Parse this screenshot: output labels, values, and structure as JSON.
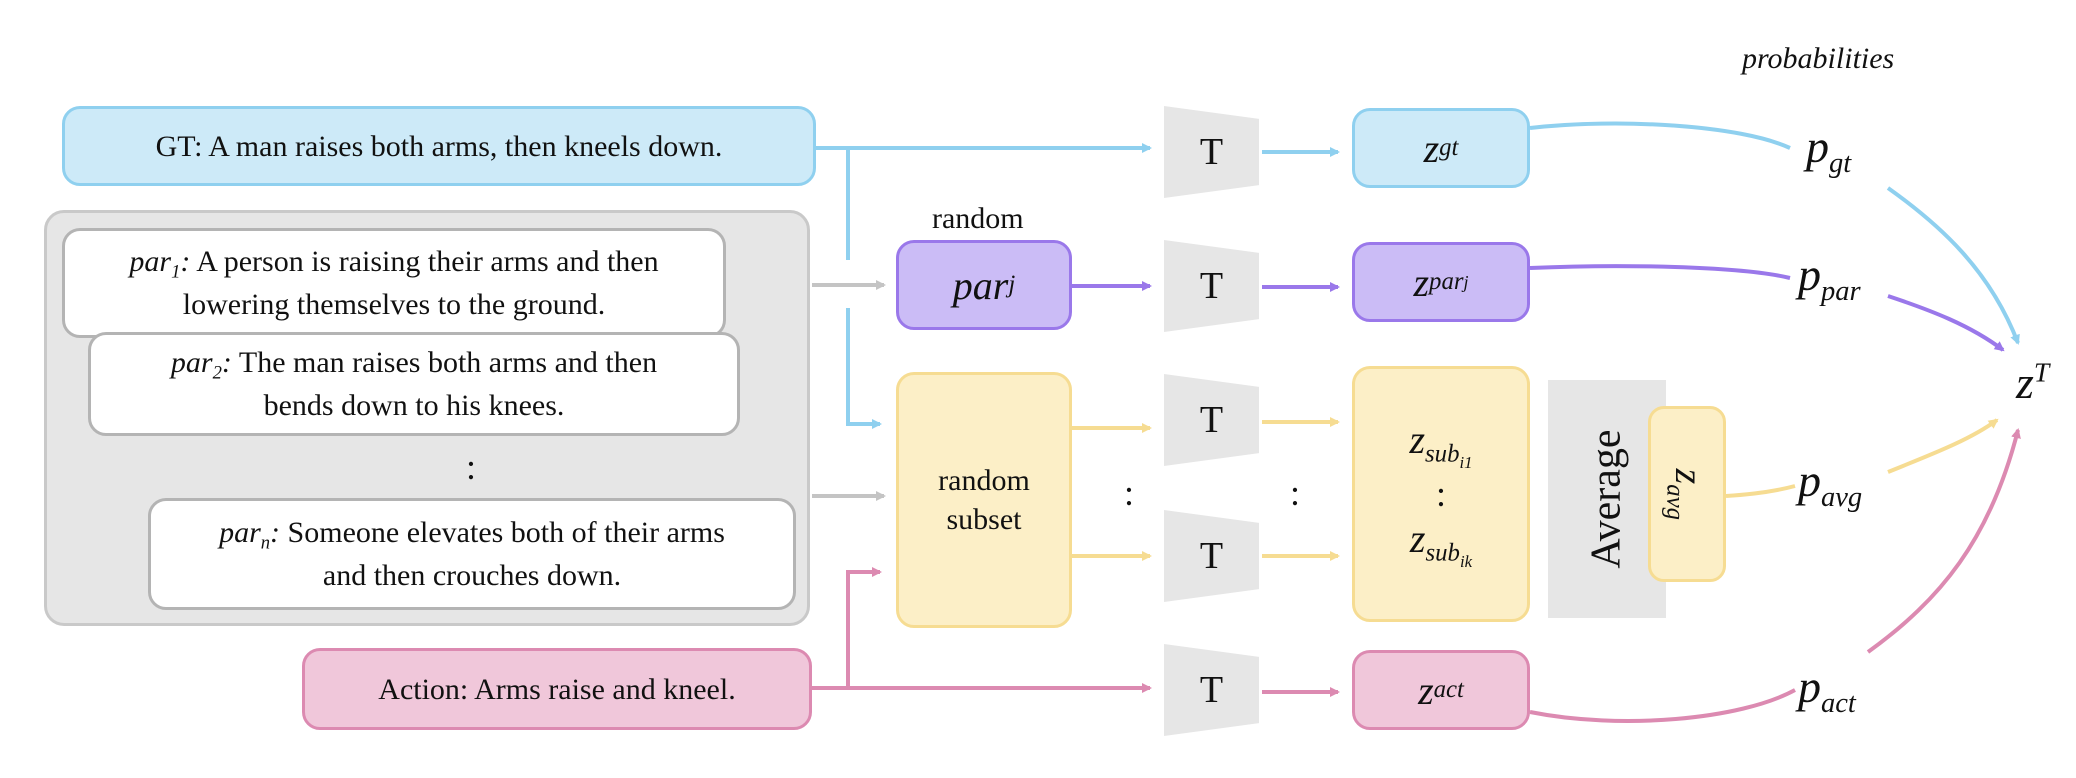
{
  "header": {
    "probabilities": "probabilities",
    "random": "random"
  },
  "gt_text": "GT: A man raises both arms, then kneels down.",
  "paraphrases": [
    {
      "prefix": "par",
      "index": "1",
      "sep": ":",
      "line1": " A person is raising their arms and then",
      "line2": "lowering themselves to the ground."
    },
    {
      "prefix": "par",
      "index": "2",
      "sep": ":",
      "line1": " The man raises both arms and then",
      "line2": "bends down to his knees."
    },
    {
      "prefix": "par",
      "index": "n",
      "sep": ":",
      "line1": " Someone elevates both of their arms",
      "line2": "and then crouches down."
    }
  ],
  "vdots": ":",
  "action_text": "Action: Arms raise and kneel.",
  "random_par": {
    "base": "par",
    "sub": "j"
  },
  "random_subset": {
    "line1": "random",
    "line2": "subset"
  },
  "transformer": "T",
  "embeddings": {
    "gt": {
      "base": "z",
      "sub": "gt"
    },
    "par": {
      "base": "z",
      "sub": "par",
      "subsub": "j"
    },
    "sub1": {
      "base": "z",
      "sub": "sub",
      "subsub": "i1"
    },
    "subk": {
      "base": "z",
      "sub": "sub",
      "subsub": "ik"
    },
    "act": {
      "base": "z",
      "sub": "act"
    },
    "avg": {
      "base": "z",
      "sub": "avg"
    }
  },
  "average": "Average",
  "probs": {
    "gt": {
      "base": "p",
      "sub": "gt"
    },
    "par": {
      "base": "p",
      "sub": "par"
    },
    "avg": {
      "base": "p",
      "sub": "avg"
    },
    "act": {
      "base": "p",
      "sub": "act"
    }
  },
  "output": {
    "base": "z",
    "sup": "T"
  },
  "colors": {
    "gt": "#8fd0ef",
    "par": "#9a78ea",
    "sub": "#f6dc92",
    "act": "#dc8ab1",
    "gray": "#c4c4c4"
  }
}
